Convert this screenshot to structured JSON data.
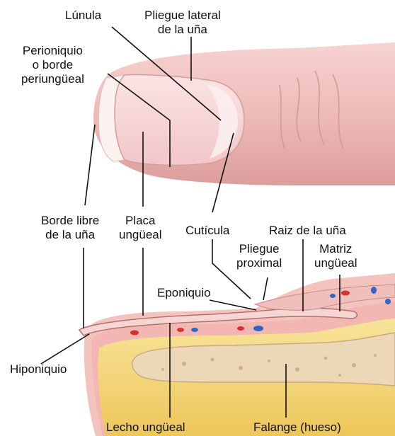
{
  "labels": {
    "lunula": [
      "Lúnula"
    ],
    "pliegue_lateral": [
      "Pliegue lateral",
      "de la uña"
    ],
    "perioniquio": [
      "Perioniquio",
      "o borde",
      "periungüeal"
    ],
    "borde_libre": [
      "Borde libre",
      "de la uña"
    ],
    "placa": [
      "Placa",
      "ungüeal"
    ],
    "cuticula": [
      "Cutícula"
    ],
    "raiz": [
      "Raiz de la uña"
    ],
    "pliegue_proximal": [
      "Pliegue",
      "proximal"
    ],
    "matriz": [
      "Matriz",
      "ungüeal"
    ],
    "eponiquio": [
      "Eponiquio"
    ],
    "hiponiquio": [
      "Hiponiquio"
    ],
    "lecho": [
      "Lecho ungüeal"
    ],
    "falange": [
      "Falange (hueso)"
    ]
  },
  "colors": {
    "skin": "#f0c3c0",
    "skin_shadow": "#d99a98",
    "nail": "#f7d9d9",
    "lunula": "#f8eaea",
    "fat": "#f4da7a",
    "bone": "#e9d6b8",
    "leader": "#111111"
  }
}
